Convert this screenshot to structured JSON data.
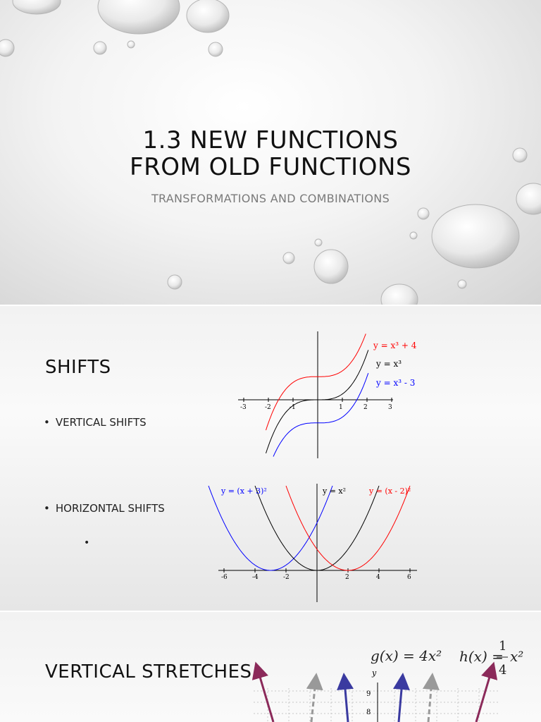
{
  "slide1": {
    "title_line1": "1.3 NEW FUNCTIONS",
    "title_line2": "FROM OLD FUNCTIONS",
    "subtitle": "TRANSFORMATIONS AND COMBINATIONS"
  },
  "slide2": {
    "heading": "SHIFTS",
    "bullet_vertical": "VERTICAL SHIFTS",
    "bullet_horizontal": "HORIZONTAL SHIFTS",
    "bullet_symbol": "•",
    "lone_bullet": "•",
    "graph1": {
      "label_up": "y = x³ + 4",
      "label_base": "y = x³",
      "label_down": "y = x³ - 3",
      "ticks": [
        "-3",
        "-2",
        "-1",
        "1",
        "2",
        "3"
      ],
      "colors": {
        "up": "#ff0000",
        "base": "#000000",
        "down": "#0000ff"
      }
    },
    "graph2": {
      "label_left": "y = (x + 3)²",
      "label_base": "y = x²",
      "label_right": "y = (x - 2)²",
      "ticks": [
        "-6",
        "-4",
        "-2",
        "2",
        "4",
        "6"
      ],
      "colors": {
        "left": "#0000ff",
        "base": "#000000",
        "right": "#ff0000"
      }
    }
  },
  "slide3": {
    "heading": "VERTICAL STRETCHES",
    "eq_g": "g(x) = 4x²",
    "eq_h_lhs": "h(x) =",
    "eq_h_num": "1",
    "eq_h_den": "4",
    "eq_h_var": "x²",
    "axis_y": "y",
    "tick_9": "9",
    "tick_8": "8"
  }
}
